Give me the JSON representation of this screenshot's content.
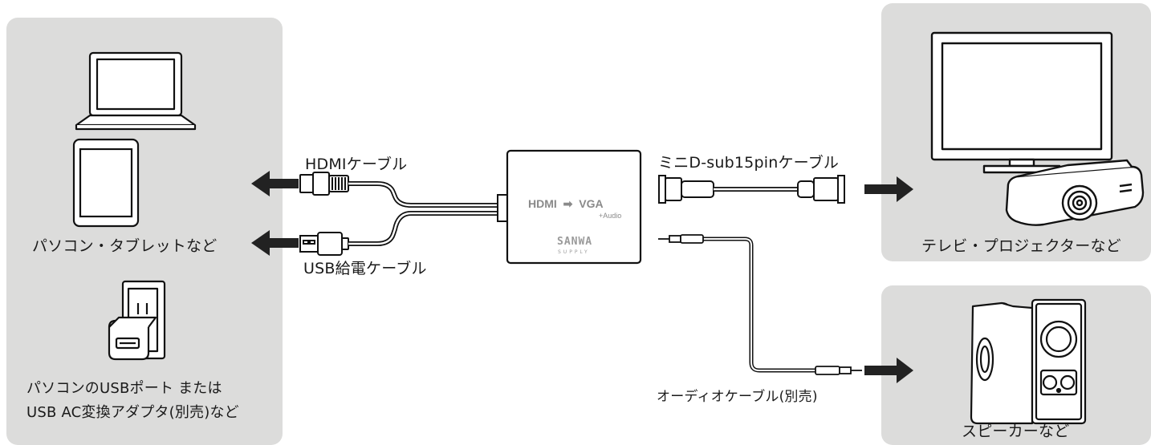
{
  "left_panel": {
    "device_label": "パソコン・タブレットなど",
    "power_label": "パソコンのUSBポート または\nUSB AC変換アダプタ(別売)など"
  },
  "cables": {
    "hdmi": "HDMIケーブル",
    "usb_power": "USB給電ケーブル",
    "vga": "ミニD-sub15pinケーブル",
    "audio": "オーディオケーブル(別売)"
  },
  "converter": {
    "title_left": "HDMI",
    "arrow": "➡",
    "title_right": "VGA",
    "subtitle": "+Audio",
    "brand": "SANWA",
    "brand_sub": "SUPPLY"
  },
  "right_panels": {
    "display_label": "テレビ・プロジェクターなど",
    "speaker_label": "スピーカーなど"
  }
}
